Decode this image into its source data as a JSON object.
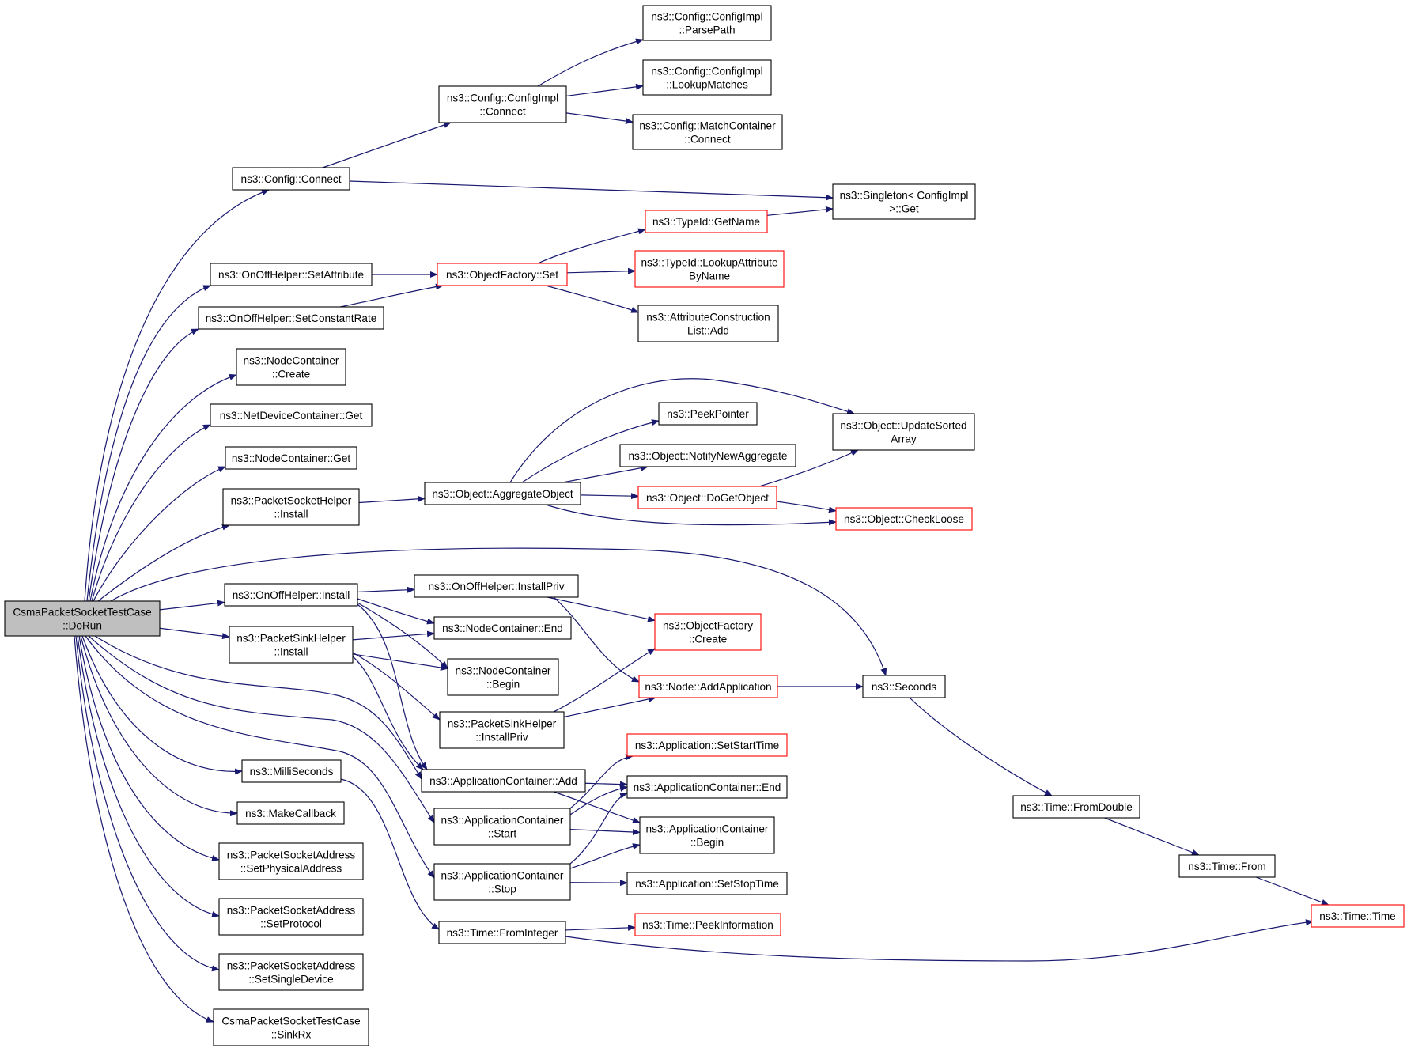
{
  "nodes": {
    "n_root": [
      "CsmaPacketSocketTestCase",
      "::DoRun"
    ],
    "n_cfg_connect": [
      "ns3::Config::Connect"
    ],
    "n_cfgimpl_connect": [
      "ns3::Config::ConfigImpl",
      "::Connect"
    ],
    "n_parsepath": [
      "ns3::Config::ConfigImpl",
      "::ParsePath"
    ],
    "n_lookupmatches": [
      "ns3::Config::ConfigImpl",
      "::LookupMatches"
    ],
    "n_matchcontainer": [
      "ns3::Config::MatchContainer",
      "::Connect"
    ],
    "n_singleton": [
      "ns3::Singleton< ConfigImpl",
      ">::Get"
    ],
    "n_typeid_getname": [
      "ns3::TypeId::GetName"
    ],
    "n_setattribute": [
      "ns3::OnOffHelper::SetAttribute"
    ],
    "n_setconstantrate": [
      "ns3::OnOffHelper::SetConstantRate"
    ],
    "n_objfactory_set": [
      "ns3::ObjectFactory::Set"
    ],
    "n_lookupattr": [
      "ns3::TypeId::LookupAttribute",
      "ByName"
    ],
    "n_attrconstr": [
      "ns3::AttributeConstruction",
      "List::Add"
    ],
    "n_nc_create": [
      "ns3::NodeContainer",
      "::Create"
    ],
    "n_ndc_get": [
      "ns3::NetDeviceContainer::Get"
    ],
    "n_nc_get": [
      "ns3::NodeContainer::Get"
    ],
    "n_psh_install": [
      "ns3::PacketSocketHelper",
      "::Install"
    ],
    "n_aggregate": [
      "ns3::Object::AggregateObject"
    ],
    "n_peekpointer": [
      "ns3::PeekPointer"
    ],
    "n_notifynew": [
      "ns3::Object::NotifyNewAggregate"
    ],
    "n_dogetobject": [
      "ns3::Object::DoGetObject"
    ],
    "n_updatesorted": [
      "ns3::Object::UpdateSorted",
      "Array"
    ],
    "n_checkloose": [
      "ns3::Object::CheckLoose"
    ],
    "n_onoff_install": [
      "ns3::OnOffHelper::Install"
    ],
    "n_onoff_installpriv": [
      "ns3::OnOffHelper::InstallPriv"
    ],
    "n_nc_end": [
      "ns3::NodeContainer::End"
    ],
    "n_nc_begin": [
      "ns3::NodeContainer",
      "::Begin"
    ],
    "n_objfactory_create": [
      "ns3::ObjectFactory",
      "::Create"
    ],
    "n_sink_install": [
      "ns3::PacketSinkHelper",
      "::Install"
    ],
    "n_sink_installpriv": [
      "ns3::PacketSinkHelper",
      "::InstallPriv"
    ],
    "n_node_addapp": [
      "ns3::Node::AddApplication"
    ],
    "n_seconds": [
      "ns3::Seconds"
    ],
    "n_app_setstart": [
      "ns3::Application::SetStartTime"
    ],
    "n_ac_add": [
      "ns3::ApplicationContainer::Add"
    ],
    "n_ac_end": [
      "ns3::ApplicationContainer::End"
    ],
    "n_ac_start": [
      "ns3::ApplicationContainer",
      "::Start"
    ],
    "n_ac_begin": [
      "ns3::ApplicationContainer",
      "::Begin"
    ],
    "n_ac_stop": [
      "ns3::ApplicationContainer",
      "::Stop"
    ],
    "n_app_setstop": [
      "ns3::Application::SetStopTime"
    ],
    "n_milliseconds": [
      "ns3::MilliSeconds"
    ],
    "n_makecallback": [
      "ns3::MakeCallback"
    ],
    "n_psa_setphys": [
      "ns3::PacketSocketAddress",
      "::SetPhysicalAddress"
    ],
    "n_psa_setproto": [
      "ns3::PacketSocketAddress",
      "::SetProtocol"
    ],
    "n_psa_setsingle": [
      "ns3::PacketSocketAddress",
      "::SetSingleDevice"
    ],
    "n_sinkrx": [
      "CsmaPacketSocketTestCase",
      "::SinkRx"
    ],
    "n_time_fromint": [
      "ns3::Time::FromInteger"
    ],
    "n_time_peekinfo": [
      "ns3::Time::PeekInformation"
    ],
    "n_time_fromdouble": [
      "ns3::Time::FromDouble"
    ],
    "n_time_from": [
      "ns3::Time::From"
    ],
    "n_time_time": [
      "ns3::Time::Time"
    ]
  },
  "colors": {
    "edge": "#191970",
    "node_border": "#000000",
    "node_border_truncated": "#ff0000",
    "root_fill": "#bfbfbf"
  }
}
